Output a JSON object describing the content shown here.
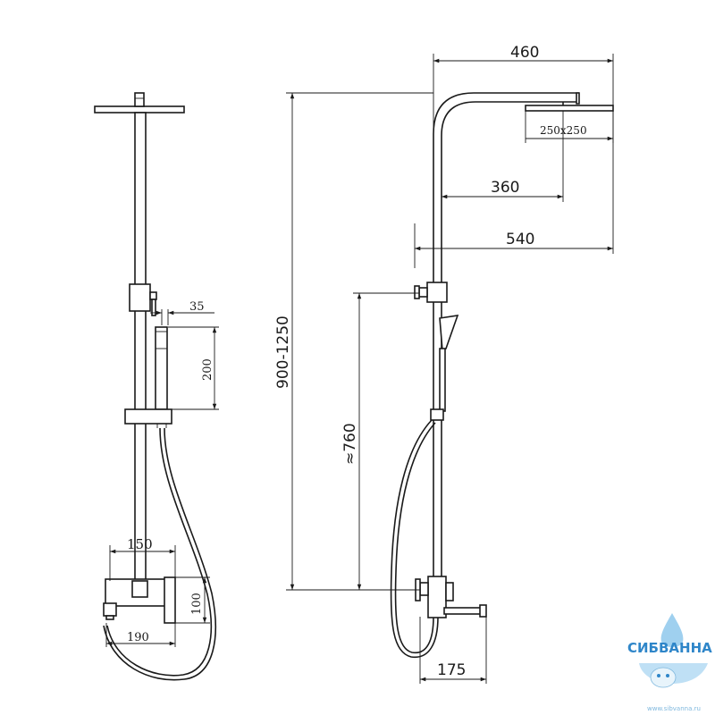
{
  "dimensions": {
    "width_460": "460",
    "head_250": "250x250",
    "arm_360": "360",
    "arm_540": "540",
    "height_900_1250": "900-1250",
    "height_760": "≈760",
    "hand_35": "35",
    "hand_200": "200",
    "mixer_150": "150",
    "mixer_100": "100",
    "mixer_190": "190",
    "spout_175": "175"
  },
  "logo": {
    "name": "СИБВАННА",
    "url": "www.sibvanna.ru"
  },
  "colors": {
    "line": "#1a1a1a",
    "logo_blue": "#2f86c9",
    "logo_light": "#bfe0f5"
  }
}
